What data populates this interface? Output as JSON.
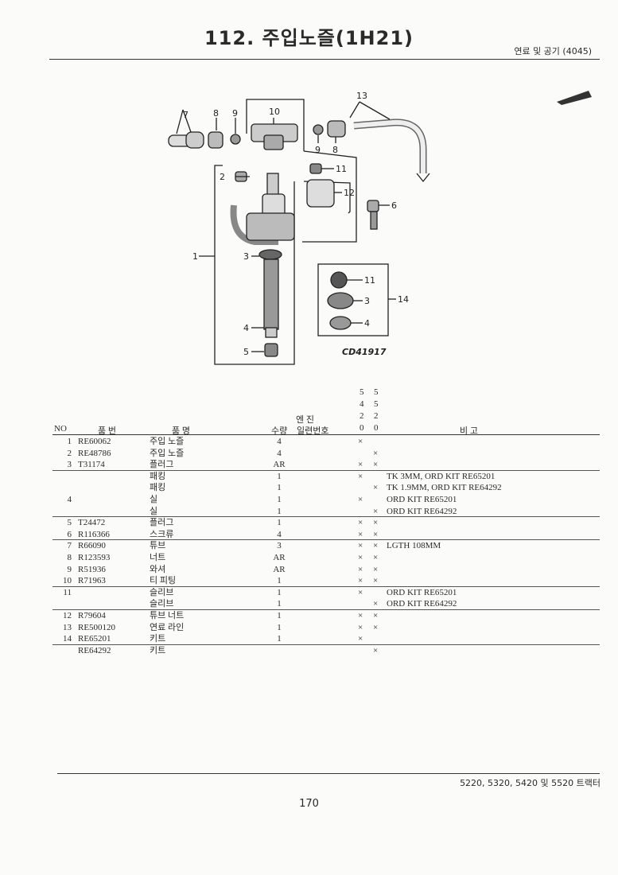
{
  "page": {
    "title": "112. 주입노즐(1H21)",
    "section": "연료 및 공기 (4045)",
    "footer_models": "5220, 5320, 5420 및 5520 트랙터",
    "page_number": "170"
  },
  "diagram": {
    "code": "CD41917",
    "callouts": [
      "1",
      "2",
      "3",
      "4",
      "5",
      "6",
      "7",
      "8",
      "9",
      "10",
      "11",
      "12",
      "13",
      "14"
    ],
    "callout_extra": {
      "c3b": "3",
      "c4b": "4",
      "c8b": "8",
      "c9b": "9",
      "c11b": "11"
    }
  },
  "table": {
    "headers": {
      "no": "NO",
      "part_number": "품 번",
      "part_name": "품 명",
      "qty": "수량",
      "engine_serial_top": "엔 진",
      "engine_serial_bottom": "일련번호",
      "remarks": "비 고"
    },
    "model_columns": [
      [
        "5",
        "4",
        "2",
        "0"
      ],
      [
        "5",
        "5",
        "2",
        "0"
      ]
    ],
    "rows": [
      {
        "no": "1",
        "part": "RE60062",
        "name": "주입 노즐",
        "qty": "4",
        "m1": "×",
        "m2": "",
        "remark": ""
      },
      {
        "no": "2",
        "part": "RE48786",
        "name": "주입 노즐",
        "qty": "4",
        "m1": "",
        "m2": "×",
        "remark": ""
      },
      {
        "no": "3",
        "part": "T31174",
        "name": "플러그",
        "qty": "AR",
        "m1": "×",
        "m2": "×",
        "remark": ""
      },
      {
        "no": "",
        "part": "",
        "name": "패킹",
        "qty": "1",
        "m1": "×",
        "m2": "",
        "remark": "TK 3MM, ORD KIT RE65201"
      },
      {
        "no": "",
        "part": "",
        "name": "패킹",
        "qty": "1",
        "m1": "",
        "m2": "×",
        "remark": "TK 1.9MM, ORD KIT RE64292"
      },
      {
        "no": "4",
        "part": "",
        "name": "실",
        "qty": "1",
        "m1": "×",
        "m2": "",
        "remark": "ORD KIT RE65201"
      },
      {
        "no": "",
        "part": "",
        "name": "실",
        "qty": "1",
        "m1": "",
        "m2": "×",
        "remark": "ORD KIT RE64292"
      },
      {
        "no": "5",
        "part": "T24472",
        "name": "플러그",
        "qty": "1",
        "m1": "×",
        "m2": "×",
        "remark": ""
      },
      {
        "no": "6",
        "part": "R116366",
        "name": "스크류",
        "qty": "4",
        "m1": "×",
        "m2": "×",
        "remark": ""
      },
      {
        "no": "7",
        "part": "R66090",
        "name": "튜브",
        "qty": "3",
        "m1": "×",
        "m2": "×",
        "remark": "LGTH 108MM"
      },
      {
        "no": "8",
        "part": "R123593",
        "name": "너트",
        "qty": "AR",
        "m1": "×",
        "m2": "×",
        "remark": ""
      },
      {
        "no": "9",
        "part": "R51936",
        "name": "와셔",
        "qty": "AR",
        "m1": "×",
        "m2": "×",
        "remark": ""
      },
      {
        "no": "10",
        "part": "R71963",
        "name": "티 피팅",
        "qty": "1",
        "m1": "×",
        "m2": "×",
        "remark": ""
      },
      {
        "no": "11",
        "part": "",
        "name": "슬리브",
        "qty": "1",
        "m1": "×",
        "m2": "",
        "remark": "ORD KIT RE65201"
      },
      {
        "no": "",
        "part": "",
        "name": "슬리브",
        "qty": "1",
        "m1": "",
        "m2": "×",
        "remark": "ORD KIT RE64292"
      },
      {
        "no": "12",
        "part": "R79604",
        "name": "튜브 너트",
        "qty": "1",
        "m1": "×",
        "m2": "×",
        "remark": ""
      },
      {
        "no": "13",
        "part": "RE500120",
        "name": "연료 라인",
        "qty": "1",
        "m1": "×",
        "m2": "×",
        "remark": ""
      },
      {
        "no": "14",
        "part": "RE65201",
        "name": "키트",
        "qty": "1",
        "m1": "×",
        "m2": "",
        "remark": ""
      },
      {
        "no": "",
        "part": "RE64292",
        "name": "키트",
        "qty": "",
        "m1": "",
        "m2": "×",
        "remark": ""
      }
    ]
  }
}
